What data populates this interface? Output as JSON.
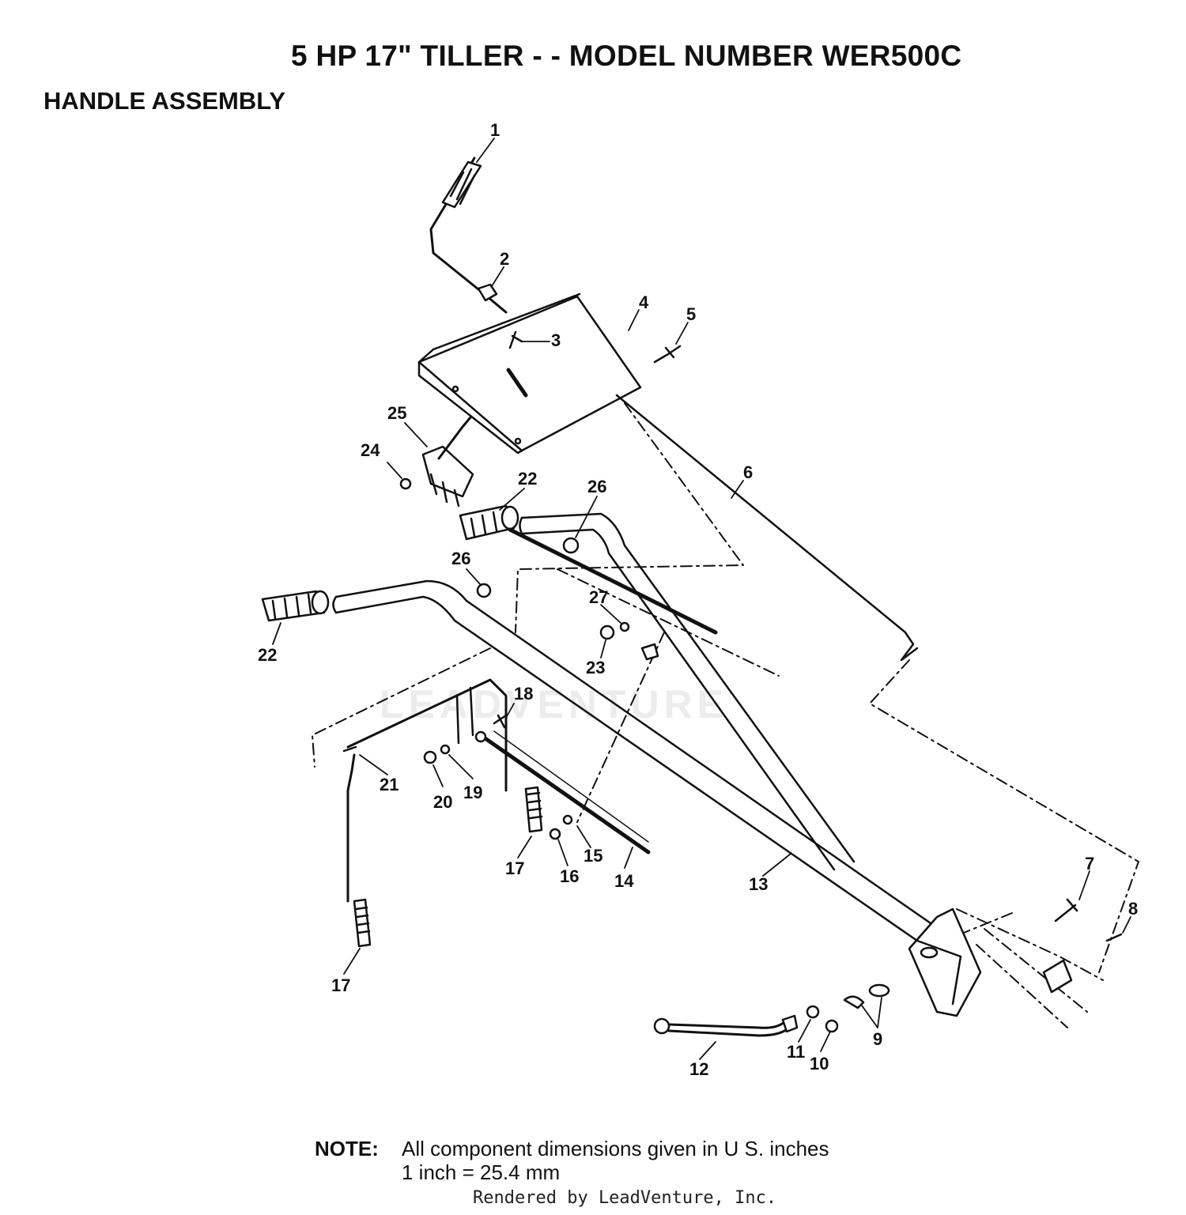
{
  "header": {
    "title": "5 HP 17\" TILLER - - MODEL NUMBER WER500C",
    "section": "HANDLE ASSEMBLY"
  },
  "watermark": "LEADVENTURE",
  "callouts": [
    {
      "id": "c1",
      "label": "1"
    },
    {
      "id": "c2",
      "label": "2"
    },
    {
      "id": "c3",
      "label": "3"
    },
    {
      "id": "c4",
      "label": "4"
    },
    {
      "id": "c5",
      "label": "5"
    },
    {
      "id": "c6",
      "label": "6"
    },
    {
      "id": "c7",
      "label": "7"
    },
    {
      "id": "c8",
      "label": "8"
    },
    {
      "id": "c9",
      "label": "9"
    },
    {
      "id": "c10",
      "label": "10"
    },
    {
      "id": "c11",
      "label": "11"
    },
    {
      "id": "c12",
      "label": "12"
    },
    {
      "id": "c13",
      "label": "13"
    },
    {
      "id": "c14",
      "label": "14"
    },
    {
      "id": "c15",
      "label": "15"
    },
    {
      "id": "c16",
      "label": "16"
    },
    {
      "id": "c17a",
      "label": "17"
    },
    {
      "id": "c17b",
      "label": "17"
    },
    {
      "id": "c18",
      "label": "18"
    },
    {
      "id": "c19",
      "label": "19"
    },
    {
      "id": "c20",
      "label": "20"
    },
    {
      "id": "c21",
      "label": "21"
    },
    {
      "id": "c22a",
      "label": "22"
    },
    {
      "id": "c22b",
      "label": "22"
    },
    {
      "id": "c23",
      "label": "23"
    },
    {
      "id": "c24",
      "label": "24"
    },
    {
      "id": "c25",
      "label": "25"
    },
    {
      "id": "c26a",
      "label": "26"
    },
    {
      "id": "c26b",
      "label": "26"
    },
    {
      "id": "c27",
      "label": "27"
    }
  ],
  "note": {
    "label": "NOTE:",
    "line1": "All component dimensions given in U S. inches",
    "line2": "1 inch = 25.4 mm"
  },
  "footer": "Rendered by LeadVenture, Inc."
}
